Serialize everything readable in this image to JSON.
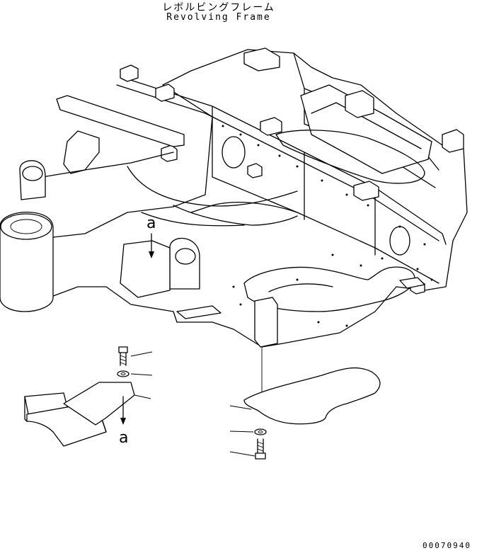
{
  "diagram": {
    "title_jp": "レボルビングフレーム",
    "title_en": "Revolving Frame",
    "figure_number": "00070940",
    "callouts": [
      {
        "id": "a-upper",
        "letter": "a"
      },
      {
        "id": "a-lower",
        "letter": "a"
      }
    ],
    "parts": [
      {
        "name": "revolving-frame-assembly"
      },
      {
        "name": "bolt-left"
      },
      {
        "name": "washer-left"
      },
      {
        "name": "cover-bracket"
      },
      {
        "name": "under-cover-plate"
      },
      {
        "name": "washer-right"
      },
      {
        "name": "bolt-right"
      }
    ]
  }
}
